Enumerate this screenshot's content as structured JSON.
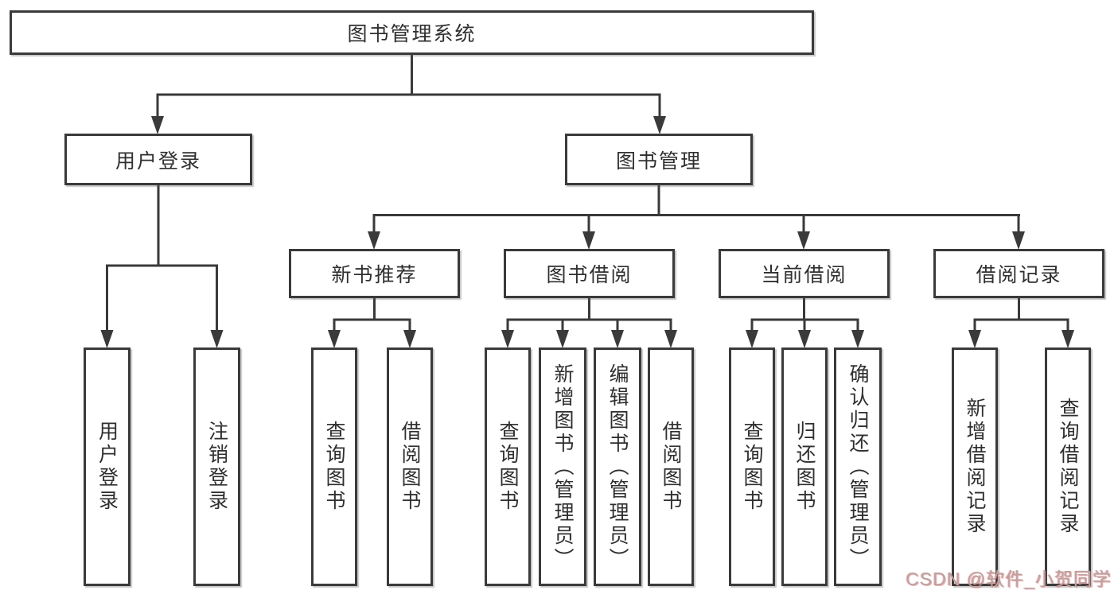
{
  "title": "图书管理系统",
  "branches": [
    {
      "label": "用户登录",
      "children": [
        {
          "label": "用户登录"
        },
        {
          "label": "注销登录"
        }
      ]
    },
    {
      "label": "图书管理",
      "children": [
        {
          "label": "新书推荐",
          "children": [
            {
              "label": "查询图书"
            },
            {
              "label": "借阅图书"
            }
          ]
        },
        {
          "label": "图书借阅",
          "children": [
            {
              "label": "查询图书"
            },
            {
              "label": "新增图书（管理员）"
            },
            {
              "label": "编辑图书（管理员）"
            },
            {
              "label": "借阅图书"
            }
          ]
        },
        {
          "label": "当前借阅",
          "children": [
            {
              "label": "查询图书"
            },
            {
              "label": "归还图书"
            },
            {
              "label": "确认归还（管理员）"
            }
          ]
        },
        {
          "label": "借阅记录",
          "children": [
            {
              "label": "新增借阅记录"
            },
            {
              "label": "查询借阅记录"
            }
          ]
        }
      ]
    }
  ],
  "watermark": {
    "text": "CSDN @软件_小贺同学"
  },
  "colors": {
    "line": "#3a3a3a",
    "box_border": "#3a3a3a",
    "text": "#2f2f2f",
    "background": "#ffffff",
    "watermark": "#b9a3a3"
  }
}
